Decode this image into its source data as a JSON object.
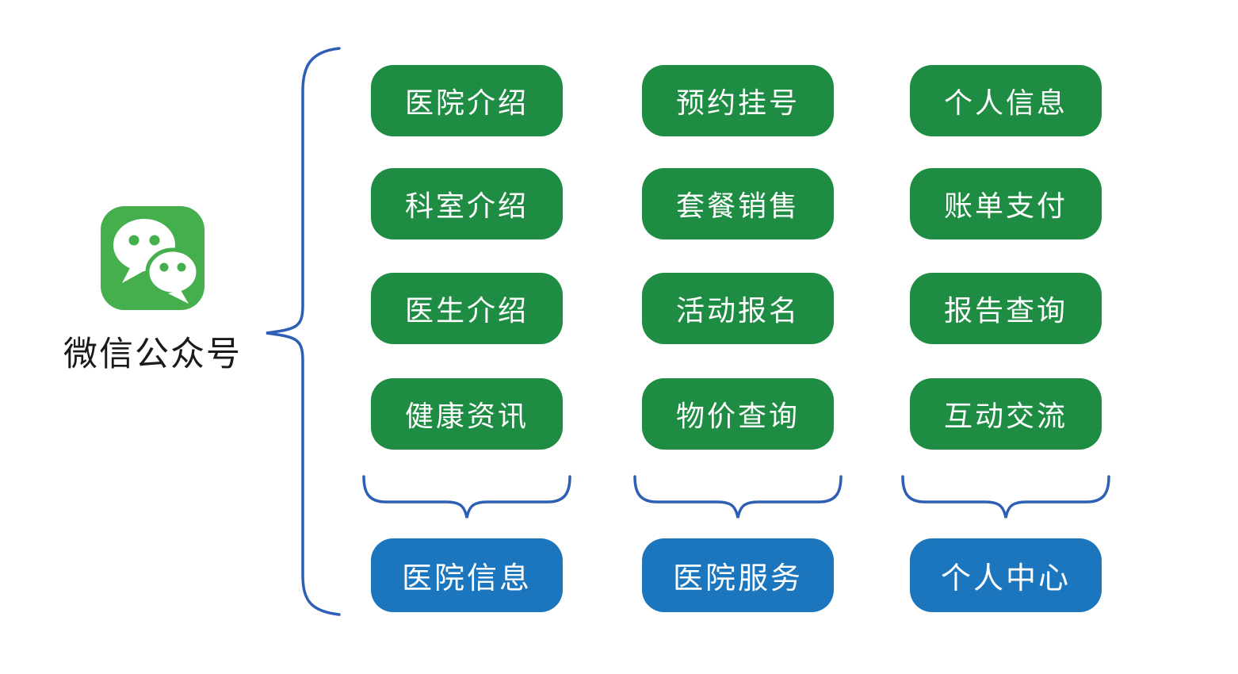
{
  "diagram": {
    "root_label": "微信公众号"
  },
  "colors": {
    "node_green": "#1e8c43",
    "node_blue": "#1b76be",
    "brace_blue": "#2d5fb5",
    "icon_green": "#45ae4d",
    "node_text": "#ffffff",
    "root_text": "#1a1a1a"
  },
  "columns": [
    {
      "items": [
        "医院介绍",
        "科室介绍",
        "医生介绍",
        "健康资讯"
      ],
      "group": "医院信息"
    },
    {
      "items": [
        "预约挂号",
        "套餐销售",
        "活动报名",
        "物价查询"
      ],
      "group": "医院服务"
    },
    {
      "items": [
        "个人信息",
        "账单支付",
        "报告查询",
        "互动交流"
      ],
      "group": "个人中心"
    }
  ]
}
